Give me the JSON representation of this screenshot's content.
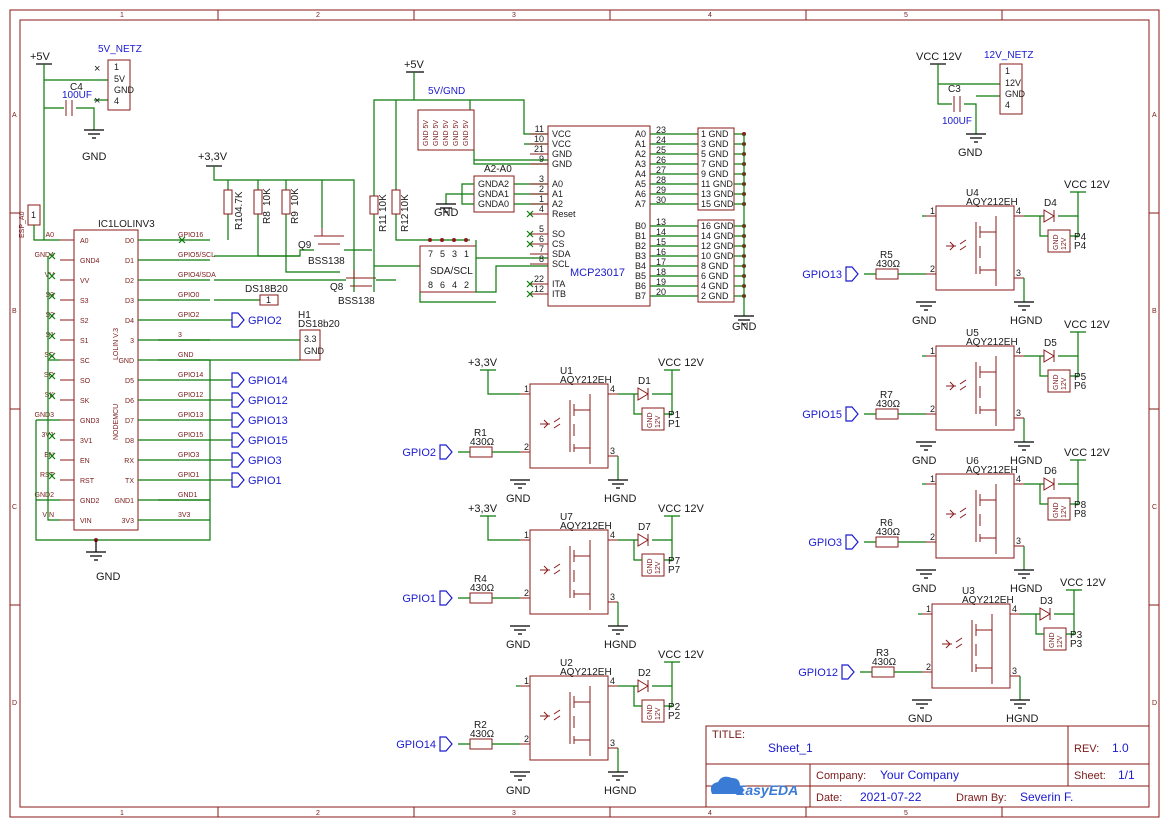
{
  "frame": {
    "col_labels": [
      "1",
      "2",
      "3",
      "4",
      "5"
    ],
    "row_labels": [
      "A",
      "B",
      "C",
      "D"
    ]
  },
  "power": {
    "p5v": "+5V",
    "p3v3": "+3,3V",
    "gnd": "GND",
    "hgnd": "HGND",
    "vcc12": "VCC 12V"
  },
  "connectors": {
    "netz5v": {
      "name": "5V_NETZ",
      "pins": [
        "1",
        "5V",
        "GND",
        "4"
      ]
    },
    "netz12v": {
      "name": "12V_NETZ",
      "pins": [
        "1",
        "12V",
        "GND",
        "4"
      ]
    },
    "esp": {
      "name": "ESP_A0",
      "pin": "1"
    },
    "ds18b20": {
      "name": "DS18B20",
      "pin": "1"
    },
    "h1": {
      "name": "H1",
      "sub": "DS18b20",
      "pins": [
        "3.3",
        "GND"
      ]
    },
    "v5gnd": {
      "name": "5V/GND",
      "pins": [
        "GND 5V",
        "GND 5V",
        "GND 5V",
        "GND 5V",
        "GND 5V"
      ]
    },
    "a2a0": {
      "name": "A2-A0",
      "pins": [
        "GNDA2",
        "GNDA1",
        "GNDA0"
      ]
    },
    "sdascl": {
      "name": "SDA/SCL",
      "top": [
        "7",
        "5",
        "3",
        "1"
      ],
      "bottom": [
        "8",
        "6",
        "4",
        "2"
      ]
    }
  },
  "caps": {
    "c4": {
      "name": "C4",
      "value": "100UF"
    },
    "c3": {
      "name": "C3",
      "value": "100UF"
    }
  },
  "resistors": {
    "pull": [
      {
        "name": "R10",
        "value": "4.7K"
      },
      {
        "name": "R8",
        "value": "10K"
      },
      {
        "name": "R9",
        "value": "10K"
      },
      {
        "name": "R11",
        "value": "10K"
      },
      {
        "name": "R12",
        "value": "10K"
      }
    ],
    "r1": "R1",
    "r2": "R2",
    "r3": "R3",
    "r4": "R4",
    "r5": "R5",
    "r6": "R6",
    "r7": "R7",
    "value": "430Ω"
  },
  "mosfets": {
    "q9": {
      "name": "Q9",
      "part": "BSS138"
    },
    "q8": {
      "name": "Q8",
      "part": "BSS138"
    }
  },
  "mcu": {
    "name": "IC1LOLINV3",
    "body": "LOLIN V.3",
    "body2": "NODEMCU",
    "left_outer": [
      "A0",
      "GND4",
      "VV",
      "S3",
      "S2",
      "S1",
      "SC",
      "SO",
      "SK",
      "GND3",
      "3V1",
      "EN",
      "RST",
      "GND2",
      "VIN"
    ],
    "left_inner": [
      "A0",
      "GND4",
      "VV",
      "S3",
      "S2",
      "S1",
      "SC",
      "SO",
      "SK",
      "GND3",
      "3V1",
      "EN",
      "RST",
      "GND2",
      "VIN"
    ],
    "right_inner": [
      "D0",
      "D1",
      "D2",
      "D3",
      "D4",
      "3",
      "GND",
      "D5",
      "D6",
      "D7",
      "D8",
      "RX",
      "TX",
      "GND1",
      "3V3"
    ],
    "right_outer": [
      "GPIO16",
      "GPIO5/SCL",
      "GPIO4/SDA",
      "GPIO0",
      "GPIO2",
      "3",
      "GND",
      "GPIO14",
      "GPIO12",
      "GPIO13",
      "GPIO15",
      "GPIO3",
      "GPIO1",
      "GND1",
      "3V3"
    ]
  },
  "mcu_flags": [
    "GPIO2",
    "GPIO14",
    "GPIO12",
    "GPIO13",
    "GPIO15",
    "GPIO3",
    "GPIO1"
  ],
  "expander": {
    "name": "MCP23017",
    "left_pins": [
      {
        "n": "11",
        "l": "VCC"
      },
      {
        "n": "10",
        "l": "VCC"
      },
      {
        "n": "21",
        "l": "GND"
      },
      {
        "n": "9",
        "l": "GND"
      },
      {
        "n": "3",
        "l": "A0"
      },
      {
        "n": "2",
        "l": "A1"
      },
      {
        "n": "1",
        "l": "A2"
      },
      {
        "n": "4",
        "l": "Reset"
      },
      {
        "n": "5",
        "l": "SO"
      },
      {
        "n": "6",
        "l": "CS"
      },
      {
        "n": "7",
        "l": "SDA"
      },
      {
        "n": "8",
        "l": "SCL"
      },
      {
        "n": "22",
        "l": "ITA"
      },
      {
        "n": "12",
        "l": "ITB"
      }
    ],
    "right_a": [
      {
        "l": "A0",
        "n": "23"
      },
      {
        "l": "A1",
        "n": "24"
      },
      {
        "l": "A2",
        "n": "25"
      },
      {
        "l": "A3",
        "n": "26"
      },
      {
        "l": "A4",
        "n": "27"
      },
      {
        "l": "A5",
        "n": "28"
      },
      {
        "l": "A6",
        "n": "29"
      },
      {
        "l": "A7",
        "n": "30"
      }
    ],
    "right_b": [
      {
        "l": "B0",
        "n": "13"
      },
      {
        "l": "B1",
        "n": "14"
      },
      {
        "l": "B2",
        "n": "15"
      },
      {
        "l": "B3",
        "n": "16"
      },
      {
        "l": "B4",
        "n": "17"
      },
      {
        "l": "B5",
        "n": "18"
      },
      {
        "l": "B6",
        "n": "19"
      },
      {
        "l": "B7",
        "n": "20"
      }
    ]
  },
  "header_a": [
    "1 GND",
    "3 GND",
    "5 GND",
    "7 GND",
    "9 GND",
    "11 GND",
    "13 GND",
    "15 GND"
  ],
  "header_a_right": [
    "GND",
    "GND",
    "GND",
    "GND",
    "GND",
    "GND",
    "GND",
    "GND"
  ],
  "header_b": [
    "16 GND",
    "14 GND",
    "12 GND",
    "10 GND",
    "8 GND",
    "6 GND",
    "4 GND",
    "2 GND"
  ],
  "header_b_right": [
    "GND",
    "GND",
    "GND",
    "GND",
    "GND",
    "GND",
    "GND",
    "GND"
  ],
  "relay_part": "AQY212EH",
  "relays": [
    {
      "u": "U1",
      "r": "R1",
      "gpio": "GPIO2",
      "d": "D1",
      "p": "P1",
      "pp": "P1",
      "ctrl": "+3,3V"
    },
    {
      "u": "U7",
      "r": "R4",
      "gpio": "GPIO1",
      "d": "D7",
      "p": "P7",
      "pp": "P7",
      "ctrl": "+3,3V"
    },
    {
      "u": "U2",
      "r": "R2",
      "gpio": "GPIO14",
      "d": "D2",
      "p": "P2",
      "pp": "P2",
      "ctrl": ""
    },
    {
      "u": "U4",
      "r": "R5",
      "gpio": "GPIO13",
      "d": "D4",
      "p": "P4",
      "pp": "P4",
      "ctrl": ""
    },
    {
      "u": "U5",
      "r": "R7",
      "gpio": "GPIO15",
      "d": "D5",
      "p": "P5",
      "pp": "P6",
      "ctrl": ""
    },
    {
      "u": "U6",
      "r": "R6",
      "gpio": "GPIO3",
      "d": "D6",
      "p": "P8",
      "pp": "P8",
      "ctrl": ""
    },
    {
      "u": "U3",
      "r": "R3",
      "gpio": "GPIO12",
      "d": "D3",
      "p": "P3",
      "pp": "P3",
      "ctrl": ""
    }
  ],
  "relay_out_pins": [
    "GND",
    "12V"
  ],
  "title_block": {
    "title_label": "TITLE:",
    "title": "Sheet_1",
    "rev_label": "REV:",
    "rev": "1.0",
    "company_label": "Company:",
    "company": "Your Company",
    "sheet_label": "Sheet:",
    "sheet": "1/1",
    "date_label": "Date:",
    "date": "2021-07-22",
    "drawn_label": "Drawn By:",
    "drawn": "Severin F.",
    "logo": "EasyEDA"
  },
  "colors": {
    "wire": "#0b7a0b",
    "part": "#8b1a1a",
    "net_flag": "#1a1ad0",
    "frame": "#8b1a1a"
  }
}
